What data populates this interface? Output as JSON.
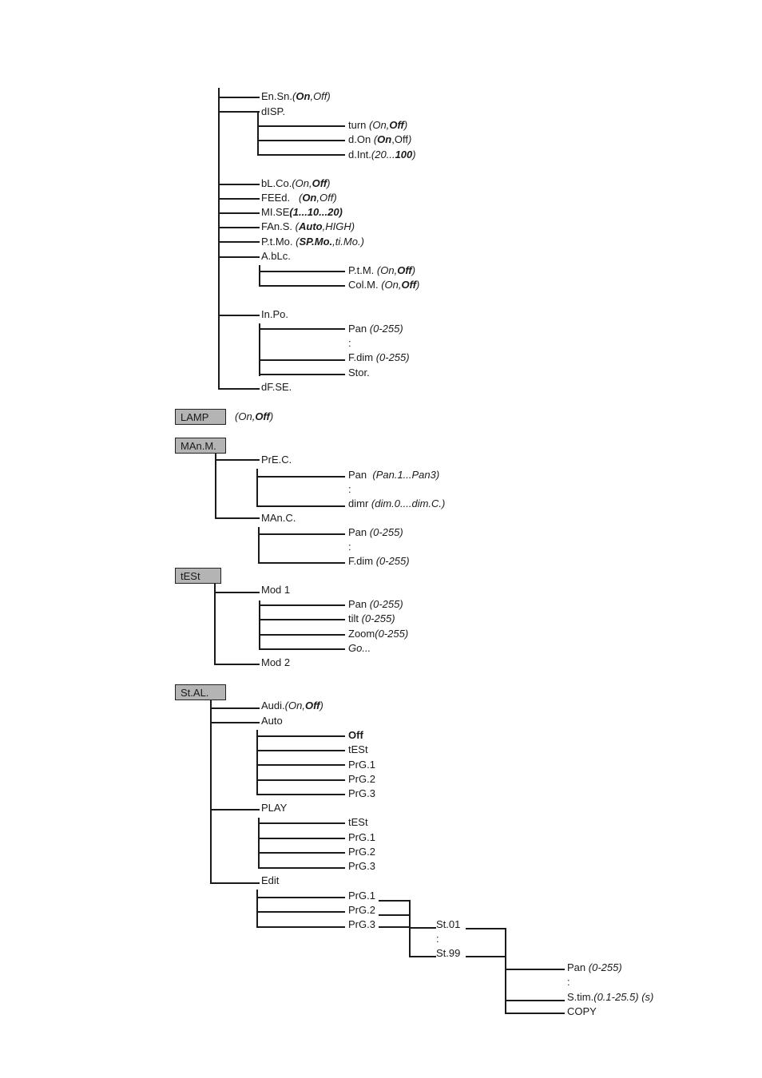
{
  "labels": {
    "en_sn": "En.Sn.",
    "en_sn_open": "(",
    "en_sn_on": "On",
    "en_sn_comma": ",",
    "en_sn_off": "Off",
    "en_sn_close": ")",
    "disp": "dISP.",
    "turn": "turn",
    "turn_open": "(",
    "turn_on": "On",
    "turn_comma": ",",
    "turn_off": "Off",
    "turn_close": ")",
    "d_on": "d.On",
    "d_on_open": "(",
    "d_on_on": "On",
    "d_on_comma": ",",
    "d_on_off": "Off",
    "d_on_close": ")",
    "d_int": "d.Int.",
    "d_int_open": "(",
    "d_int_20": "20",
    "d_int_dots": "...",
    "d_int_100": "100",
    "d_int_close": ")",
    "bl_co": "bL.Co.",
    "bl_co_open": "(",
    "bl_co_on": "On",
    "bl_co_comma": ",",
    "bl_co_off": "Off",
    "bl_co_close": ")",
    "feed": "FEEd.",
    "feed_open": "(",
    "feed_on": "On",
    "feed_comma": ",",
    "feed_off": "Off",
    "feed_close": ")",
    "mi_se": "MI.SE",
    "mi_se_range": "(1...10...20)",
    "fans": "FAn.S.",
    "fans_open": "(",
    "fans_auto": "Auto",
    "fans_comma": ",",
    "fans_high": "HIGH",
    "fans_close": ")",
    "ptmo": "P.t.Mo.",
    "ptmo_open": "(",
    "ptmo_sp": "SP.Mo.",
    "ptmo_comma": ",",
    "ptmo_ti": "ti.Mo.",
    "ptmo_close": ")",
    "ablc": "A.bLc.",
    "ptm": "P.t.M.",
    "ptm_open": "(",
    "ptm_on": "On",
    "ptm_comma": ",",
    "ptm_off": "Off",
    "ptm_close": ")",
    "colm": "Col.M.",
    "colm_open": "(",
    "colm_on": "On",
    "colm_comma": ",",
    "colm_off": "Off",
    "colm_close": ")",
    "inpo": "In.Po.",
    "inpo_pan": "Pan",
    "inpo_pan_range": "(0-255)",
    "inpo_colon": ":",
    "inpo_fdim": "F.dim",
    "inpo_fdim_range": "(0-255)",
    "stor": "Stor.",
    "dfse": "dF.SE.",
    "lamp_box": "LAMP",
    "lamp_open": "(",
    "lamp_on": "On",
    "lamp_comma": ",",
    "lamp_off": "Off",
    "lamp_close": ")",
    "manm_box": "MAn.M.",
    "prec": "PrE.C.",
    "prec_pan": "Pan",
    "prec_pan_range": "(Pan.1...Pan3)",
    "prec_colon": ":",
    "prec_dimr": "dimr",
    "prec_dimr_range": "(dim.0....dim.C.)",
    "manc": "MAn.C.",
    "manc_pan": "Pan",
    "manc_pan_range": "(0-255)",
    "manc_colon": ":",
    "manc_fdim": "F.dim",
    "manc_fdim_range": "(0-255)",
    "test_box": "tESt",
    "mod1": "Mod 1",
    "mod1_pan": "Pan",
    "mod1_pan_range": "(0-255)",
    "mod1_tilt": "tilt",
    "mod1_tilt_range": "(0-255)",
    "mod1_zoom": "Zoom",
    "mod1_zoom_range": "(0-255)",
    "mod1_go": "Go...",
    "mod2": "Mod 2",
    "stal_box": "St.AL.",
    "audi": "Audi.",
    "audi_open": "(",
    "audi_on": "On",
    "audi_comma": ",",
    "audi_off": "Off",
    "audi_close": ")",
    "auto": "Auto",
    "auto_off": "Off",
    "auto_test": "tESt",
    "auto_prg1": "PrG.1",
    "auto_prg2": "PrG.2",
    "auto_prg3": "PrG.3",
    "play": "PLAY",
    "play_test": "tESt",
    "play_prg1": "PrG.1",
    "play_prg2": "PrG.2",
    "play_prg3": "PrG.3",
    "edit": "Edit",
    "edit_prg1": "PrG.1",
    "edit_prg2": "PrG.2",
    "edit_prg3": "PrG.3",
    "st01": "St.01",
    "st_colon": ":",
    "st99": "St.99",
    "step_pan": "Pan",
    "step_pan_range": "(0-255)",
    "step_colon": ":",
    "stim": "S.tim.",
    "stim_range": "(0.1-25.5) (s)",
    "copy": "COPY"
  }
}
